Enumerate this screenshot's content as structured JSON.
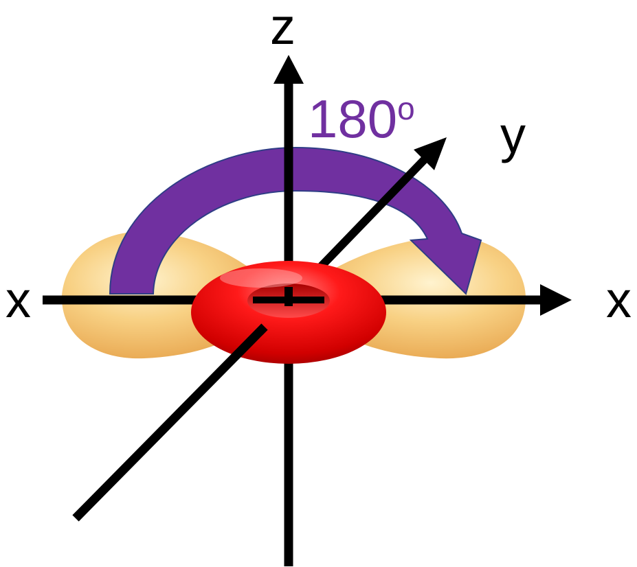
{
  "diagram": {
    "labels": {
      "z_axis": "z",
      "y_axis": "y",
      "x_axis_left": "x",
      "x_axis_right": "x",
      "rotation_value": "180",
      "rotation_unit": "o"
    },
    "colors": {
      "rotation_arrow": "#7030a0",
      "rotation_text": "#7030a0",
      "torus": "#ee1111",
      "orbital_lobes": "#f6c46a",
      "axes": "#000000",
      "background": "#ffffff"
    },
    "icons": {
      "orbital": "p-orbital-lobes",
      "ring": "torus-ring",
      "rotation": "curved-arrow"
    }
  }
}
